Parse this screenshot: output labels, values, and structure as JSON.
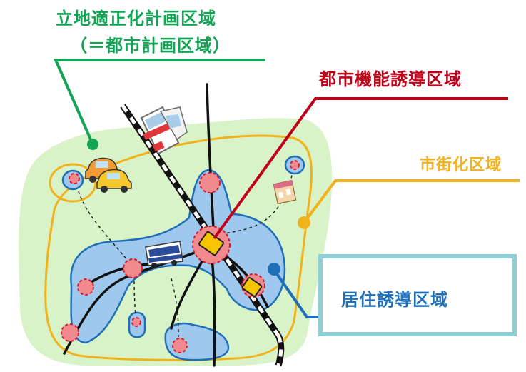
{
  "labels": {
    "location_plan_area": "立地適正化計画区域",
    "location_plan_area_sub": "（＝都市計画区域）",
    "urban_function_area": "都市機能誘導区域",
    "urbanization_area": "市街化区域",
    "residential_area": "居住誘導区域"
  },
  "colors": {
    "location_plan": "#13a354",
    "urban_function": "#c00018",
    "urbanization": "#f2b21b",
    "residential": "#1f6fb8",
    "plan_fill": "#d8f3c8",
    "residential_fill": "#9ec8ee",
    "node_fill": "#f08a8e"
  },
  "icons": {
    "car": "car-icon",
    "train": "train-icon",
    "bus": "bus-icon",
    "shop": "shop-icon"
  }
}
